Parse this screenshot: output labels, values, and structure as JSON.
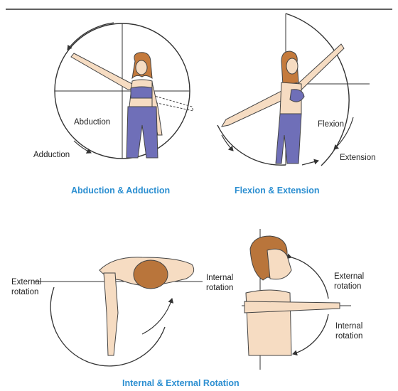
{
  "labels": {
    "abduction": "Abduction",
    "adduction": "Adduction",
    "flexion": "Flexion",
    "extension": "Extension",
    "external_rotation_left_1": "External",
    "external_rotation_left_2": "rotation",
    "internal_rotation_left_1": "Internal",
    "internal_rotation_left_2": "rotation",
    "external_rotation_right_1": "External",
    "external_rotation_right_2": "rotation",
    "internal_rotation_right_1": "Internal",
    "internal_rotation_right_2": "rotation"
  },
  "captions": {
    "abduction_adduction": "Abduction & Adduction",
    "flexion_extension": "Flexion & Extension",
    "internal_external_rotation": "Internal & External Rotation"
  },
  "colors": {
    "caption": "#2c8fd1",
    "skin": "#f6dcc2",
    "hair": "#b9753b",
    "clothing": "#6f6fb8",
    "line": "#333333"
  },
  "icons": {
    "rotation_arrow": "curved-arrow-icon"
  }
}
